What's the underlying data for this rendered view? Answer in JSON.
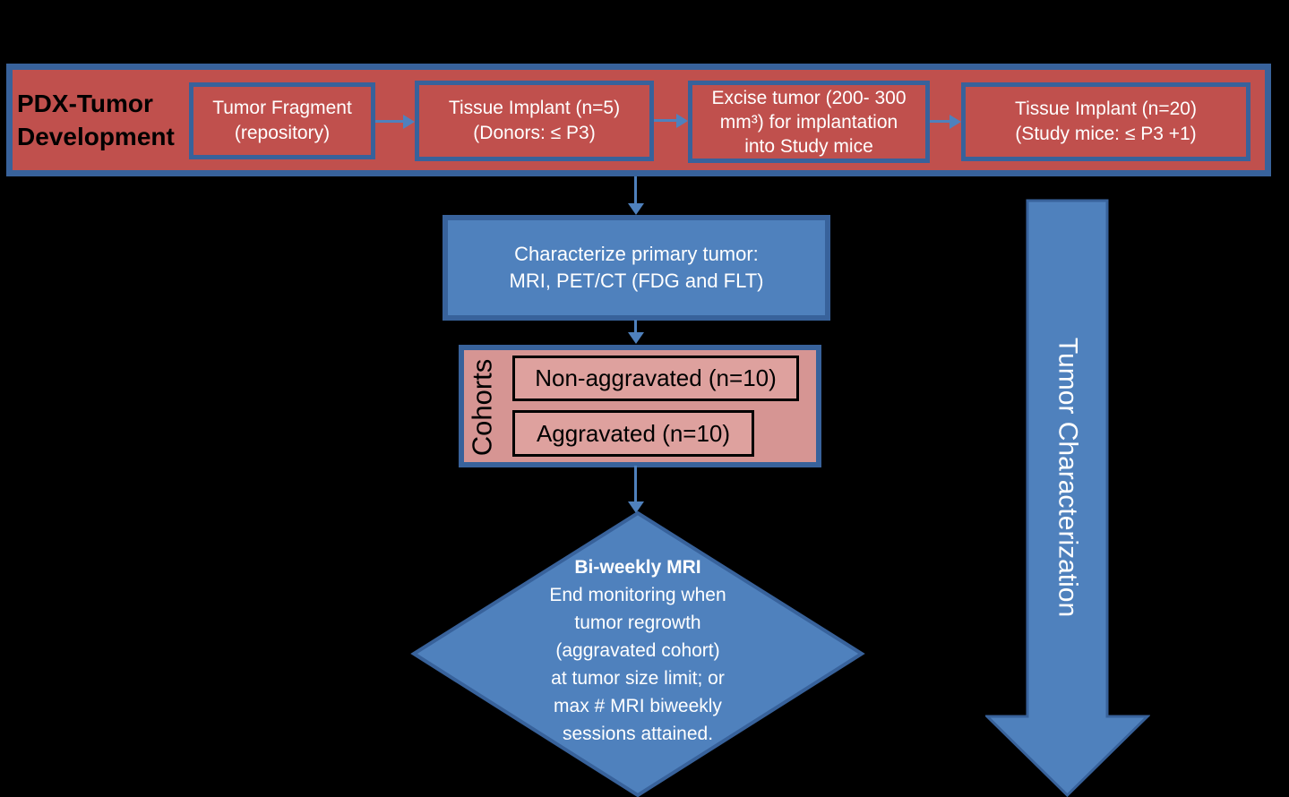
{
  "colors": {
    "background": "#000000",
    "red-fill": "#C0504D",
    "pink-fill": "#D69593",
    "pink-light": "#DEA19E",
    "blue-fill": "#4F81BD",
    "border-blue": "#38629B",
    "arrow-blue": "#4F81BD",
    "text-dark": "#000000",
    "text-light": "#FFFFFF"
  },
  "banner": {
    "title": "PDX-Tumor Development",
    "boxes": [
      {
        "lines": [
          "Tumor Fragment",
          "(repository)"
        ]
      },
      {
        "lines": [
          "Tissue Implant (n=5)",
          "(Donors: ≤ P3)"
        ]
      },
      {
        "lines": [
          "Excise tumor (200- 300",
          "mm³) for implantation",
          "into Study mice"
        ]
      },
      {
        "lines": [
          "Tissue Implant (n=20)",
          "(Study mice: ≤ P3 +1)"
        ]
      }
    ]
  },
  "characterize_box": {
    "lines": [
      "Characterize primary tumor:",
      "MRI, PET/CT (FDG and FLT)"
    ]
  },
  "cohorts": {
    "label": "Cohorts",
    "items": [
      "Non-aggravated (n=10)",
      "Aggravated (n=10)"
    ]
  },
  "decision_diamond": {
    "title": "Bi-weekly MRI",
    "lines": [
      "End monitoring when",
      "tumor regrowth",
      "(aggravated cohort)",
      "at tumor size limit; or",
      "max # MRI biweekly",
      "sessions attained."
    ]
  },
  "side_arrow": {
    "label": "Tumor Characterization"
  }
}
